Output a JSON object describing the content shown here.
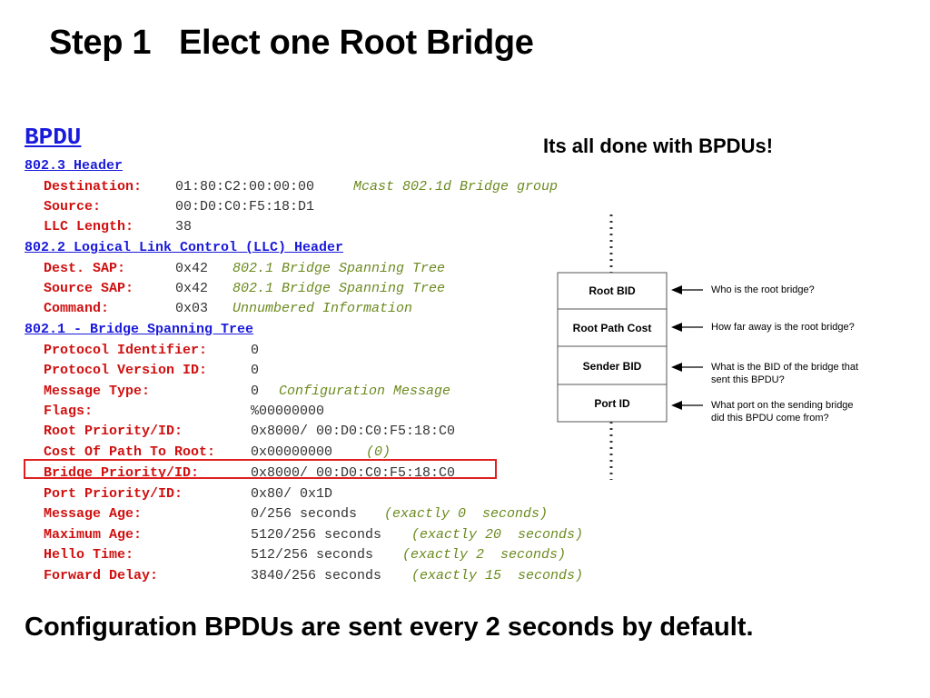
{
  "title": "Step 1   Elect one Root Bridge",
  "bpdu_heading": "BPDU",
  "tagline": "Its all done with BPDUs!",
  "footer": "Configuration BPDUs are sent every 2 seconds by default.",
  "sections": [
    {
      "header": "802.3 Header",
      "fields": [
        {
          "label": "Destination:",
          "value": "01:80:C2:00:00:00",
          "comment": "Mcast 802.1d Bridge group"
        },
        {
          "label": "Source:",
          "value": "00:D0:C0:F5:18:D1",
          "comment": ""
        },
        {
          "label": "LLC Length:",
          "value": "38",
          "comment": ""
        }
      ]
    },
    {
      "header": "802.2 Logical Link Control (LLC) Header",
      "fields": [
        {
          "label": "Dest. SAP:",
          "value": "0x42",
          "comment": "802.1 Bridge Spanning Tree"
        },
        {
          "label": "Source SAP:",
          "value": "0x42",
          "comment": "802.1 Bridge Spanning Tree"
        },
        {
          "label": "Command:",
          "value": "0x03",
          "comment": "Unnumbered Information"
        }
      ]
    },
    {
      "header": "802.1 - Bridge Spanning Tree",
      "fields": [
        {
          "label": "Protocol Identifier:",
          "value": "0",
          "comment": ""
        },
        {
          "label": "Protocol Version ID:",
          "value": "0",
          "comment": ""
        },
        {
          "label": "Message Type:",
          "value": "0",
          "comment": "Configuration Message"
        },
        {
          "label": "Flags:",
          "value": "%00000000",
          "comment": ""
        },
        {
          "label": "Root Priority/ID:",
          "value": "0x8000/ 00:D0:C0:F5:18:C0",
          "comment": ""
        },
        {
          "label": "Cost Of Path To Root:",
          "value": "0x00000000",
          "comment": "(0)"
        },
        {
          "label": "Bridge Priority/ID:",
          "value": "0x8000/ 00:D0:C0:F5:18:C0",
          "comment": ""
        },
        {
          "label": "Port Priority/ID:",
          "value": "0x80/ 0x1D",
          "comment": ""
        },
        {
          "label": "Message Age:",
          "value": "0/256 seconds",
          "comment": "(exactly 0  seconds)"
        },
        {
          "label": "Maximum Age:",
          "value": "5120/256 seconds",
          "comment": "(exactly 20  seconds)"
        },
        {
          "label": "Hello Time:",
          "value": "512/256 seconds",
          "comment": "(exactly 2  seconds)"
        },
        {
          "label": "Forward Delay:",
          "value": "3840/256 seconds",
          "comment": "(exactly 15  seconds)"
        }
      ]
    }
  ],
  "diagram": {
    "fields": [
      "Root BID",
      "Root Path Cost",
      "Sender BID",
      "Port ID"
    ],
    "notes": [
      [
        "Who is the root bridge?"
      ],
      [
        "How far away is the root bridge?"
      ],
      [
        "What is the BID of the bridge that",
        "sent this BPDU?"
      ],
      [
        "What port on the sending bridge",
        "did this BPDU come from?"
      ]
    ]
  }
}
